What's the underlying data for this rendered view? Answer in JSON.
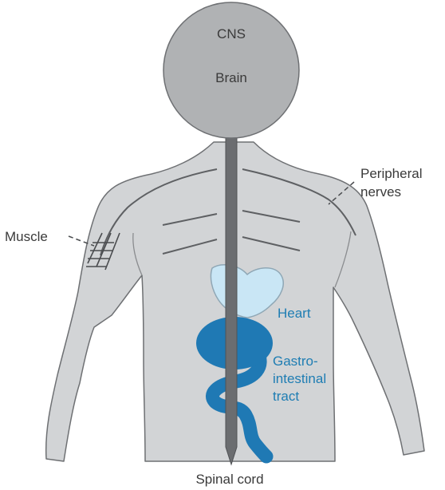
{
  "labels": {
    "cns": "CNS",
    "brain": "Brain",
    "peripheral_line1": "Peripheral",
    "peripheral_line2": "nerves",
    "muscle": "Muscle",
    "heart": "Heart",
    "gi_line1": "Gastro-",
    "gi_line2": "intestinal",
    "gi_line3": "tract",
    "spinal_cord": "Spinal cord"
  },
  "colors": {
    "body_fill": "#d2d4d6",
    "outline": "#6e7073",
    "brain_fill": "#b0b2b4",
    "spinal_cord": "#6b6d70",
    "heart_fill": "#c9e6f5",
    "gi_fill": "#1f79b4",
    "label_dark": "#3a3a3a",
    "label_blue": "#1e7db3"
  }
}
